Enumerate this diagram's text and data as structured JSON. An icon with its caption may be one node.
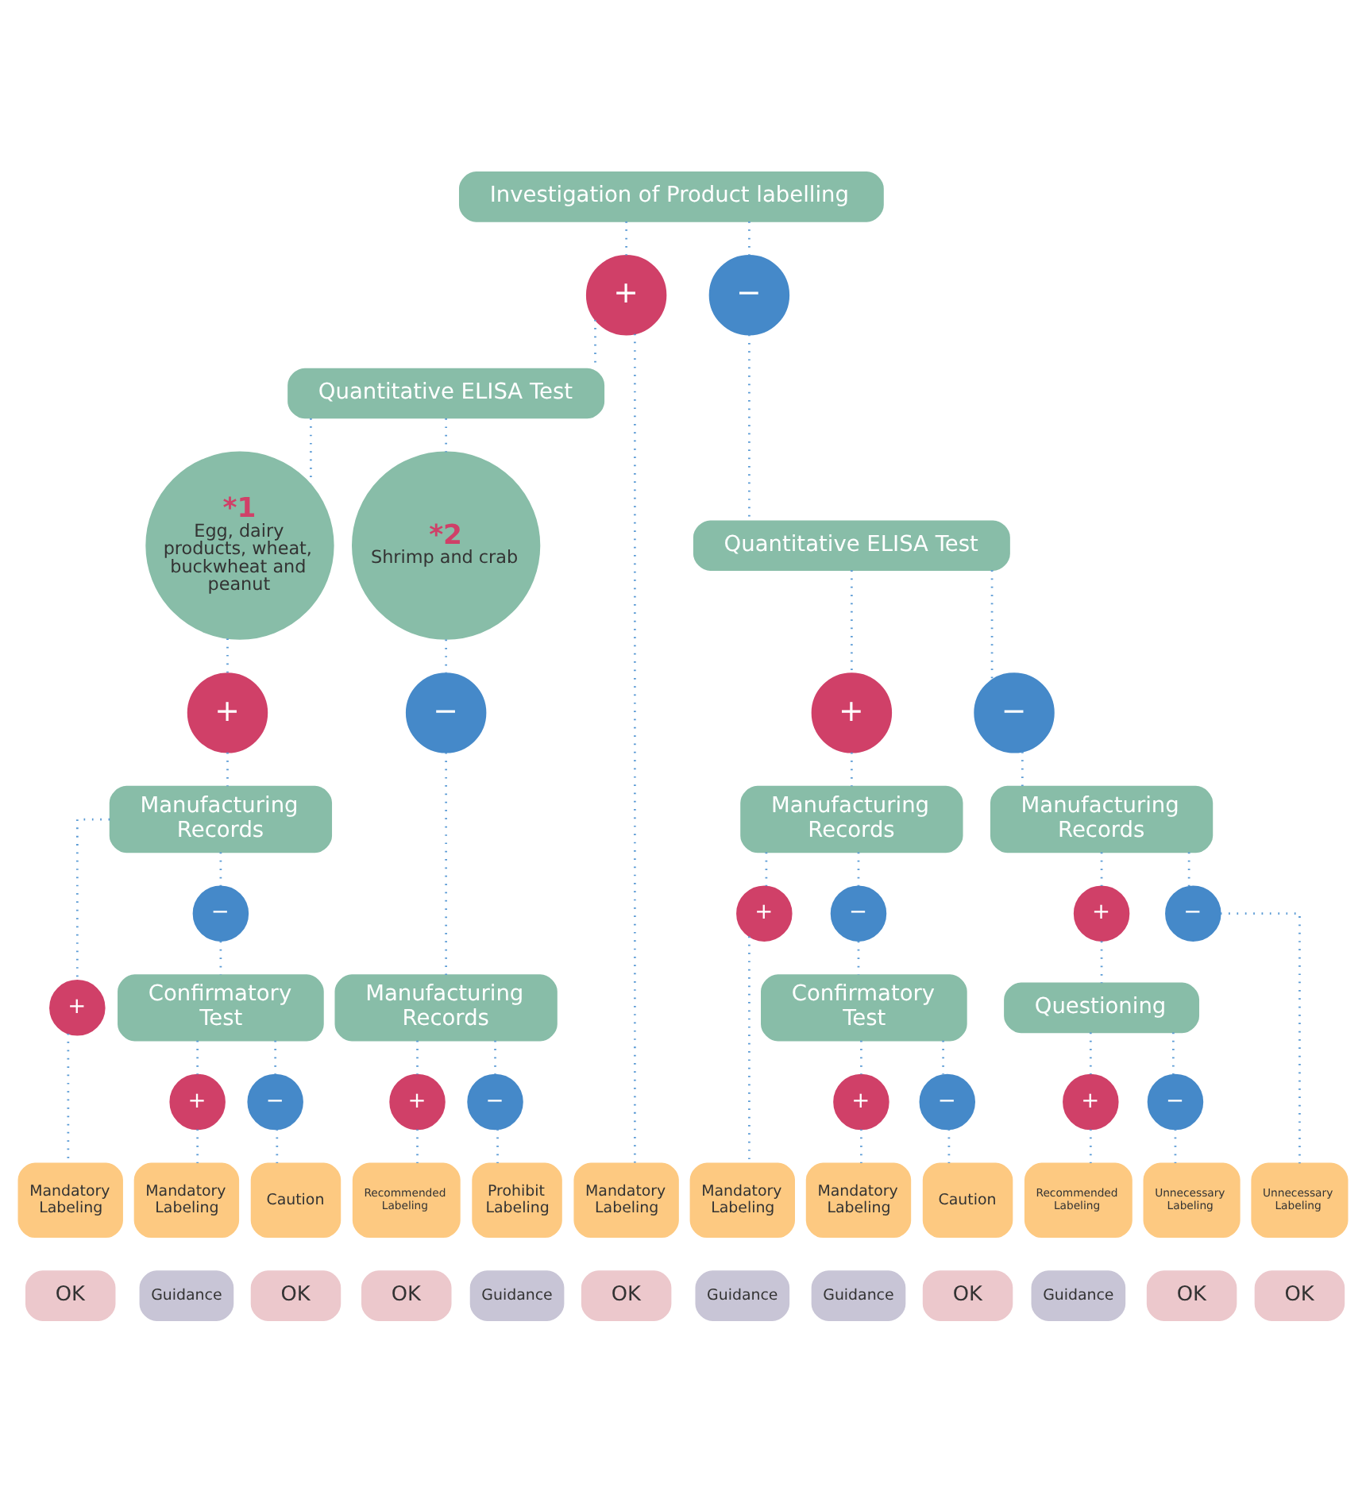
{
  "diagram": {
    "nodes": [
      {
        "text": [
          "Investigation of Product labelling"
        ]
      },
      {
        "text": [
          "+"
        ]
      },
      {
        "text": [
          "−"
        ]
      },
      {
        "text": [
          "Quantitative ELISA Test"
        ]
      },
      {
        "text": [
          "Quantitative ELISA Test"
        ]
      },
      {
        "text": [
          "*1",
          "Egg, dairy products, wheat, buckwheat and peanut"
        ]
      },
      {
        "text": [
          "*2",
          "Shrimp and crab"
        ]
      },
      {
        "text": [
          "+"
        ]
      },
      {
        "text": [
          "−"
        ]
      },
      {
        "text": [
          "+"
        ]
      },
      {
        "text": [
          "−"
        ]
      },
      {
        "text": [
          "Manufacturing Records"
        ]
      },
      {
        "text": [
          "Manufacturing Records"
        ]
      },
      {
        "text": [
          "Manufacturing Records"
        ]
      },
      {
        "text": [
          "Manufacturing Records"
        ]
      },
      {
        "text": [
          "+"
        ]
      },
      {
        "text": [
          "−"
        ]
      },
      {
        "text": [
          "+"
        ]
      },
      {
        "text": [
          "−"
        ]
      },
      {
        "text": [
          "+"
        ]
      },
      {
        "text": [
          "−"
        ]
      },
      {
        "text": [
          "+"
        ]
      },
      {
        "text": [
          "−"
        ]
      },
      {
        "text": [
          "Confirmatory Test"
        ]
      },
      {
        "text": [
          "Confirmatory Test"
        ]
      },
      {
        "text": [
          "Questioning"
        ]
      },
      {
        "text": [
          "+"
        ]
      },
      {
        "text": [
          "−"
        ]
      },
      {
        "text": [
          "+"
        ]
      },
      {
        "text": [
          "−"
        ]
      },
      {
        "text": [
          "+"
        ]
      },
      {
        "text": [
          "−"
        ]
      },
      {
        "text": [
          "Mandatory Labeling"
        ]
      },
      {
        "text": [
          "Mandatory Labeling"
        ]
      },
      {
        "text": [
          "Mandatory Labeling"
        ]
      },
      {
        "text": [
          "Caution"
        ]
      },
      {
        "text": [
          "Recommended Labeling"
        ]
      },
      {
        "text": [
          "Prohibit Labeling"
        ]
      },
      {
        "text": [
          "Mandatory Labeling"
        ]
      },
      {
        "text": [
          "Mandatory Labeling"
        ]
      },
      {
        "text": [
          "Caution"
        ]
      },
      {
        "text": [
          "Recommended Labeling"
        ]
      },
      {
        "text": [
          "Unnecessary Labeling"
        ]
      },
      {
        "text": [
          "Unnecessary Labeling"
        ]
      },
      {
        "text": [
          "OK"
        ]
      },
      {
        "text": [
          "OK"
        ]
      },
      {
        "text": [
          "Guidance"
        ]
      },
      {
        "text": [
          "OK"
        ]
      },
      {
        "text": [
          "OK"
        ]
      },
      {
        "text": [
          "Guidance"
        ]
      },
      {
        "text": [
          "Guidance"
        ]
      },
      {
        "text": [
          "Guidance"
        ]
      },
      {
        "text": [
          "OK"
        ]
      },
      {
        "text": [
          "Guidance"
        ]
      },
      {
        "text": [
          "OK"
        ]
      },
      {
        "text": [
          "OK"
        ]
      }
    ],
    "edges": [
      {
        "from": 0,
        "to": 1,
        "arrow": "none"
      },
      {
        "from": 0,
        "to": 2,
        "arrow": "none"
      },
      {
        "from": 1,
        "to": 3,
        "arrow": "none"
      },
      {
        "from": 1,
        "to": 32,
        "arrow": "none"
      },
      {
        "from": 2,
        "to": 4,
        "arrow": "none"
      },
      {
        "from": 3,
        "to": 5,
        "arrow": "none"
      },
      {
        "from": 3,
        "to": 6,
        "arrow": "none"
      },
      {
        "from": 4,
        "to": 9,
        "arrow": "none"
      },
      {
        "from": 4,
        "to": 10,
        "arrow": "none"
      },
      {
        "from": 5,
        "to": 7,
        "arrow": "none"
      },
      {
        "from": 6,
        "to": 8,
        "arrow": "none"
      },
      {
        "from": 7,
        "to": 11,
        "arrow": "none"
      },
      {
        "from": 8,
        "to": 12,
        "arrow": "none"
      },
      {
        "from": 9,
        "to": 13,
        "arrow": "none"
      },
      {
        "from": 10,
        "to": 14,
        "arrow": "none"
      },
      {
        "from": 11,
        "to": 15,
        "arrow": "none"
      },
      {
        "from": 11,
        "to": 16,
        "arrow": "none"
      },
      {
        "from": 12,
        "to": 17,
        "arrow": "none"
      },
      {
        "from": 12,
        "to": 18,
        "arrow": "none"
      },
      {
        "from": 13,
        "to": 19,
        "arrow": "none"
      },
      {
        "from": 13,
        "to": 20,
        "arrow": "none"
      },
      {
        "from": 14,
        "to": 21,
        "arrow": "none"
      },
      {
        "from": 14,
        "to": 22,
        "arrow": "none"
      },
      {
        "from": 16,
        "to": 23,
        "arrow": "none"
      },
      {
        "from": 20,
        "to": 24,
        "arrow": "none"
      },
      {
        "from": 21,
        "to": 25,
        "arrow": "none"
      },
      {
        "from": 23,
        "to": 26,
        "arrow": "none"
      },
      {
        "from": 23,
        "to": 27,
        "arrow": "none"
      },
      {
        "from": 24,
        "to": 28,
        "arrow": "none"
      },
      {
        "from": 24,
        "to": 29,
        "arrow": "none"
      },
      {
        "from": 25,
        "to": 30,
        "arrow": "none"
      },
      {
        "from": 25,
        "to": 31,
        "arrow": "none"
      },
      {
        "from": 15,
        "to": 33,
        "arrow": "none"
      },
      {
        "from": 26,
        "to": 34,
        "arrow": "none"
      },
      {
        "from": 27,
        "to": 35,
        "arrow": "none"
      },
      {
        "from": 17,
        "to": 36,
        "arrow": "none"
      },
      {
        "from": 18,
        "to": 37,
        "arrow": "none"
      },
      {
        "from": 19,
        "to": 38,
        "arrow": "none"
      },
      {
        "from": 28,
        "to": 39,
        "arrow": "none"
      },
      {
        "from": 29,
        "to": 40,
        "arrow": "none"
      },
      {
        "from": 30,
        "to": 41,
        "arrow": "none"
      },
      {
        "from": 31,
        "to": 42,
        "arrow": "none"
      },
      {
        "from": 22,
        "to": 43,
        "arrow": "none"
      }
    ]
  }
}
